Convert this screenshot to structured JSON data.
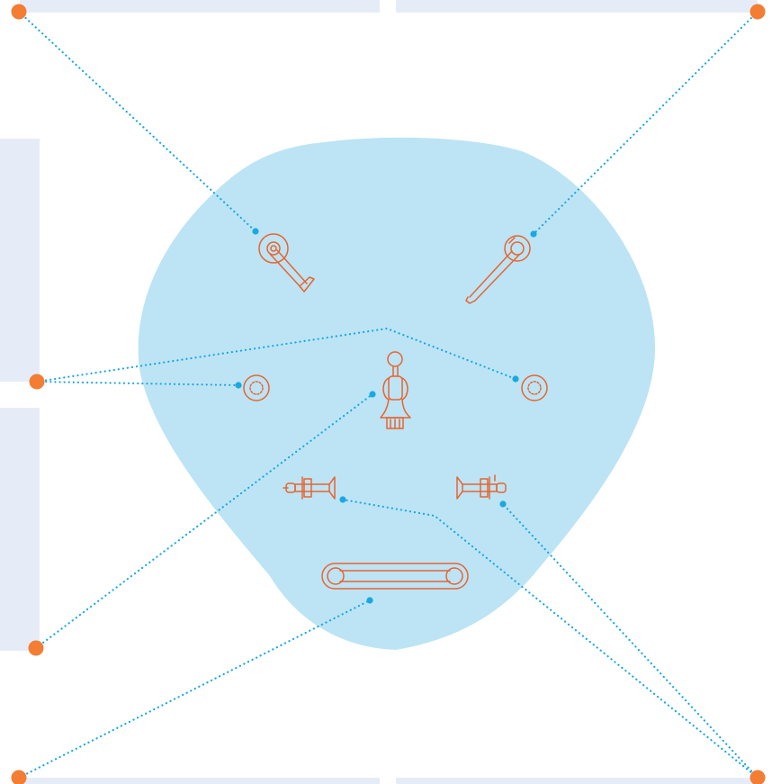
{
  "diagram": {
    "colors": {
      "background": "#ffffff",
      "label_panel": "#e6ecf7",
      "blob": "#bce4f5",
      "part_outline": "#e8642e",
      "leader_line": "#1ba8e0",
      "callout_dot": "#f27d33"
    },
    "label_panels": [
      {
        "id": "top-left",
        "text": ""
      },
      {
        "id": "top-right",
        "text": ""
      },
      {
        "id": "left-upper",
        "text": ""
      },
      {
        "id": "left-lower",
        "text": ""
      },
      {
        "id": "bottom-left",
        "text": ""
      },
      {
        "id": "bottom-right",
        "text": ""
      }
    ],
    "parts": [
      {
        "name": "lever-handle-left"
      },
      {
        "name": "lever-handle-right"
      },
      {
        "name": "escutcheon-left"
      },
      {
        "name": "escutcheon-right"
      },
      {
        "name": "spout-fitting"
      },
      {
        "name": "valve-stem-left"
      },
      {
        "name": "valve-stem-right"
      },
      {
        "name": "grab-bar"
      }
    ]
  }
}
